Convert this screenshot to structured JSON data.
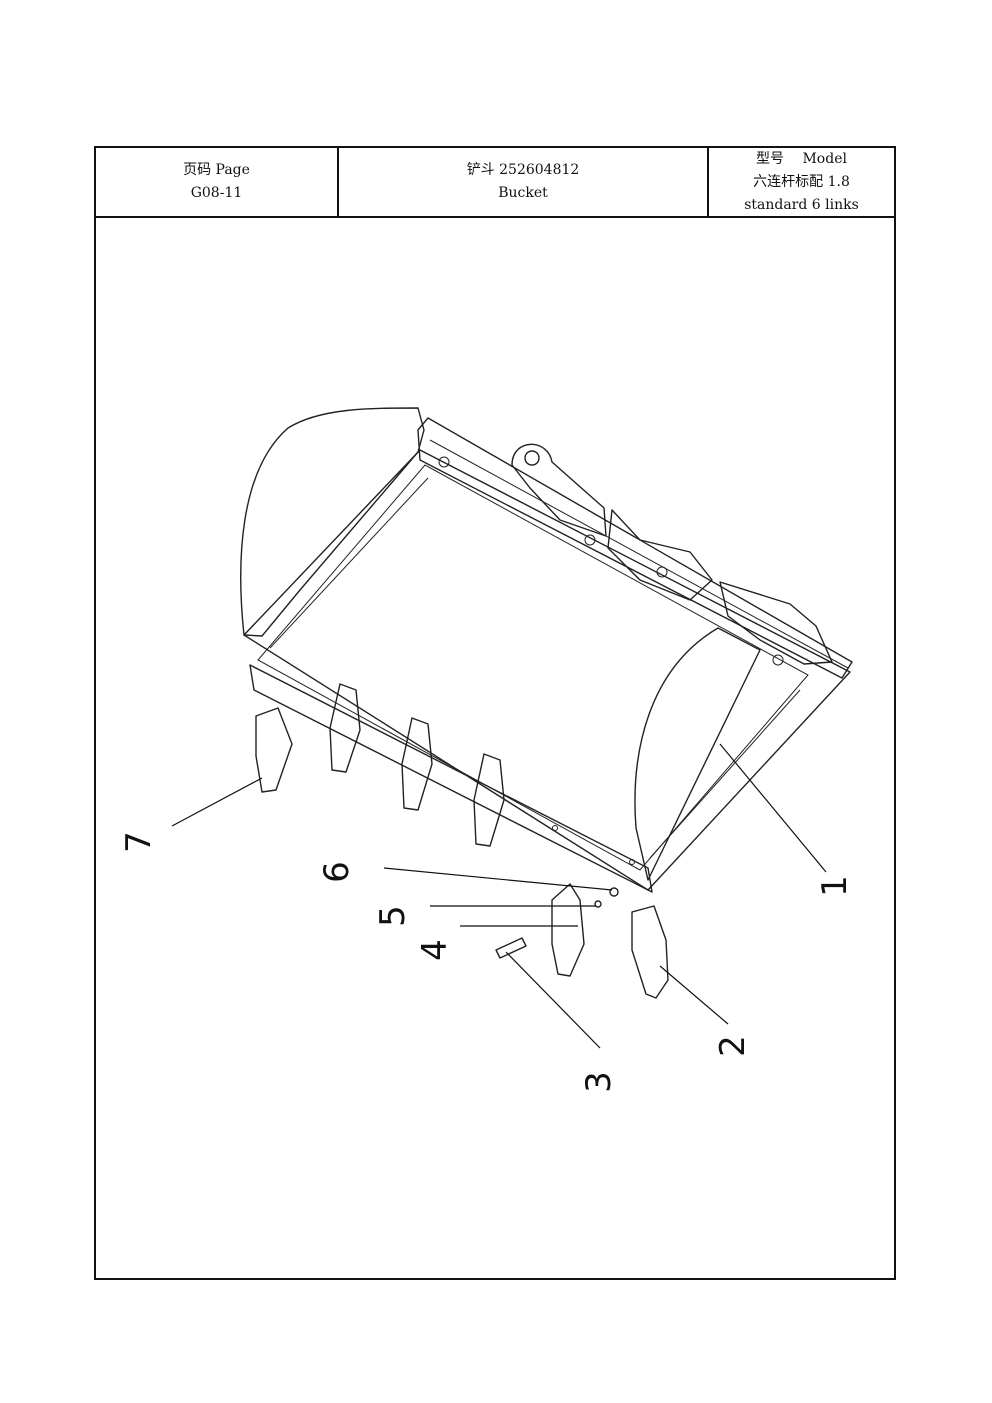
{
  "header": {
    "page_label": "页码 Page",
    "page_number": "G08-11",
    "part_name_cn": "铲斗 252604812",
    "part_name_en": "Bucket",
    "model_label": "型号　 Model",
    "model_cn": "六连杆标配 1.8",
    "model_en": "standard 6 links"
  },
  "callouts": {
    "c1": "1",
    "c2": "2",
    "c3": "3",
    "c4": "4",
    "c5": "5",
    "c6": "6",
    "c7": "7"
  }
}
